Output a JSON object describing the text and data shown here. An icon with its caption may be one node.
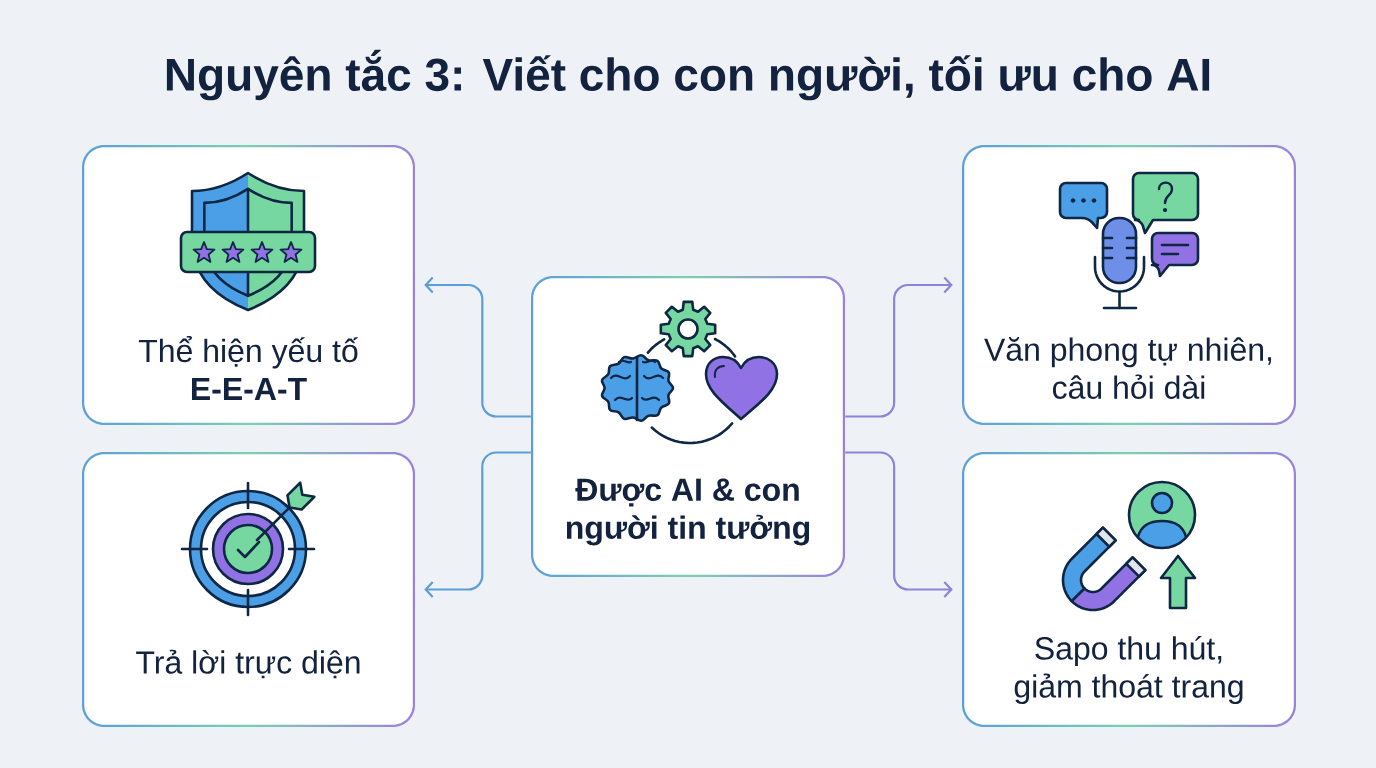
{
  "diagram": {
    "title": "Nguyên tắc 3: Viết cho con người, tối ưu cho AI",
    "nodes": [
      {
        "text": [
          "Thể hiện yếu tố **E-E-A-T**"
        ]
      },
      {
        "text": [
          "Được AI & con người tin tưởng"
        ]
      },
      {
        "text": [
          "Văn phong tự nhiên, câu hỏi dài"
        ]
      },
      {
        "text": [
          "Trả lời trực diện"
        ]
      },
      {
        "text": [
          "Sapo thu hút, giảm thoát trang"
        ]
      }
    ],
    "edges": [
      {
        "from": 1,
        "to": 0,
        "arrow": "to"
      },
      {
        "from": 1,
        "to": 2,
        "arrow": "to"
      },
      {
        "from": 1,
        "to": 3,
        "arrow": "to"
      },
      {
        "from": 1,
        "to": 4,
        "arrow": "to"
      }
    ]
  }
}
